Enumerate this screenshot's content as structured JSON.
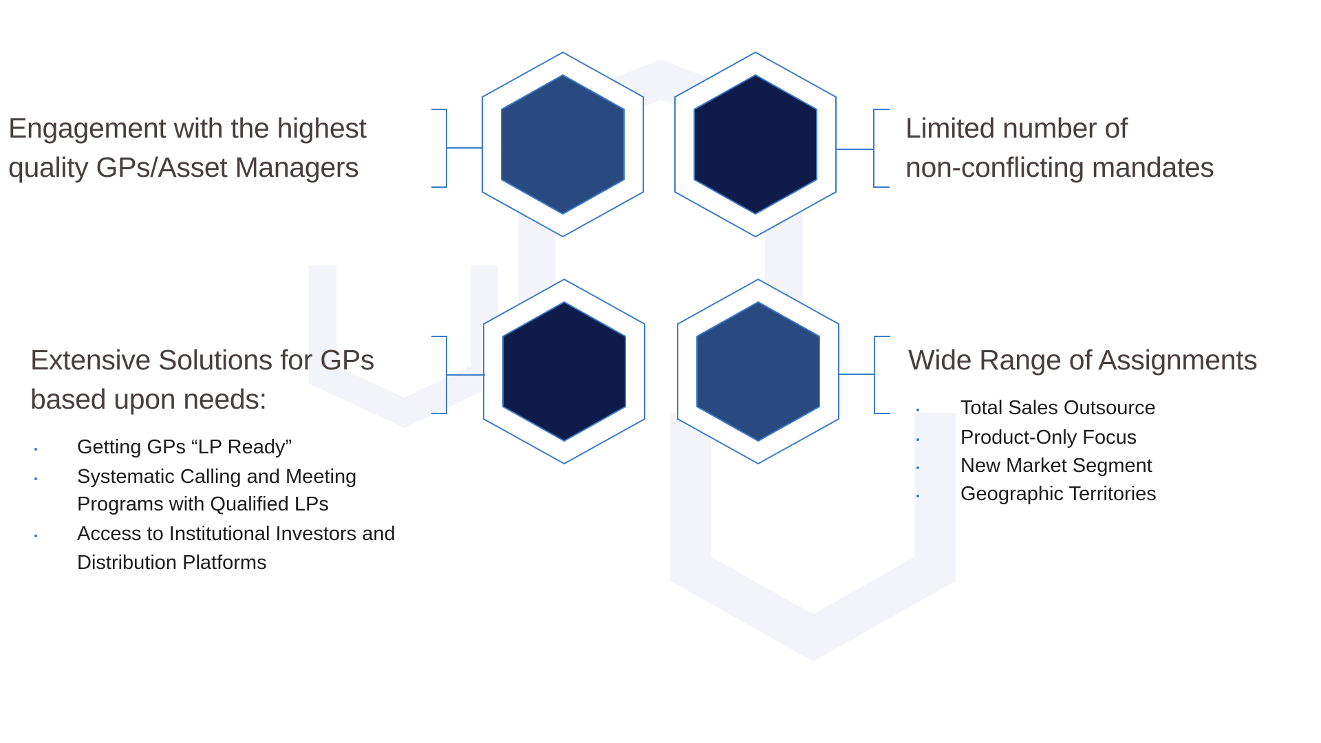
{
  "colors": {
    "hex_medium": "#284a80",
    "hex_dark": "#0d1c4a",
    "outline": "#3d7cc9",
    "background_shape": "#f2f4f9",
    "heading_text": "#473f3d"
  },
  "blocks": [
    {
      "heading_lines": [
        "Engagement with the highest",
        "quality GPs/Asset  Managers"
      ]
    },
    {
      "heading_lines": [
        "Limited number of",
        "non-conflicting mandates"
      ]
    },
    {
      "heading_lines": [
        "Extensive Solutions for GPs",
        "based upon needs:"
      ],
      "bullets": [
        [
          "Getting GPs “LP Ready”"
        ],
        [
          "Systematic Calling and Meeting",
          "Programs with Qualified LPs"
        ],
        [
          "Access to Institutional Investors and",
          "Distribution Platforms"
        ]
      ]
    },
    {
      "heading_lines": [
        "Wide  Range of Assignments"
      ],
      "bullets": [
        [
          "Total Sales Outsource"
        ],
        [
          "Product-Only Focus"
        ],
        [
          "New Market Segment"
        ],
        [
          "Geographic Territories"
        ]
      ]
    }
  ]
}
